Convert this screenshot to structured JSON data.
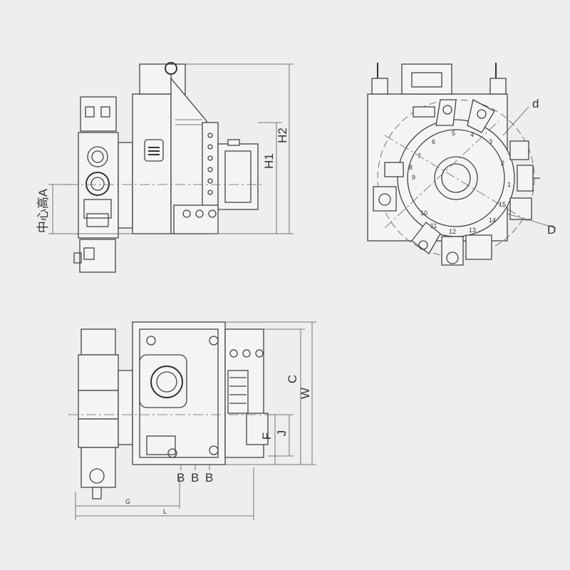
{
  "labels": {
    "center_height": "中心高A",
    "h1": "H1",
    "h2": "H2",
    "d_small": "d",
    "d_big": "D",
    "c": "C",
    "w": "W",
    "f": "F",
    "j": "J",
    "b1": "B",
    "b2": "B",
    "b3": "B",
    "g": "G",
    "l": "L"
  },
  "turret_numbers": {
    "n1": "1",
    "n2": "2",
    "n3": "3",
    "n4": "4",
    "n5": "5",
    "n6": "6",
    "n7": "7",
    "n8": "8",
    "n9": "9",
    "n10": "10",
    "n11": "11",
    "n12": "12",
    "n13": "13",
    "n14": "14",
    "n15": "15"
  },
  "colors": {
    "background": "#eeeef0",
    "line": "#444444"
  }
}
